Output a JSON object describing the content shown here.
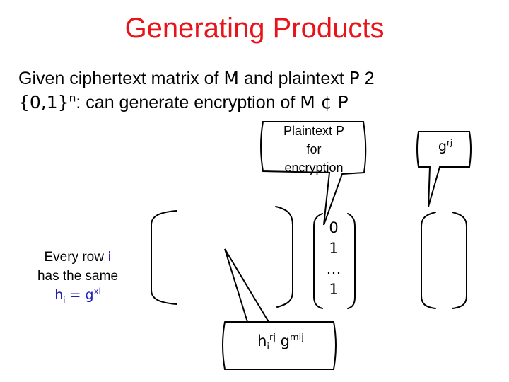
{
  "title": "Generating Products",
  "intro": {
    "line1_a": "Given ciphertext matrix of ",
    "line1_M": "M",
    "line1_b": " and plaintext ",
    "line1_P": "P",
    "line1_c": " 2",
    "line2_set": "{0,1}",
    "line2_n": "n",
    "line2_a": ": can generate encryption of ",
    "line2_expr": "M ¢ P"
  },
  "callout_plaintext": {
    "line1": "Plaintext P",
    "line2": "for",
    "line3": "encryption"
  },
  "callout_grj": {
    "base": "g",
    "exp": "rj"
  },
  "row_note": {
    "line1_a": "Every row ",
    "line1_i": "i",
    "line2": "has the same",
    "line3_h": "h",
    "line3_sub": "i",
    "line3_eq": " = g",
    "line3_exp": "xi"
  },
  "vector": [
    "0",
    "1",
    "…",
    "1"
  ],
  "callout_product": {
    "h": "h",
    "h_sub": "i",
    "h_exp": "rj",
    "g": " g",
    "g_exp": "mij"
  },
  "colors": {
    "title": "#e8141b",
    "accent": "#1f1fb4",
    "text": "#000000"
  }
}
